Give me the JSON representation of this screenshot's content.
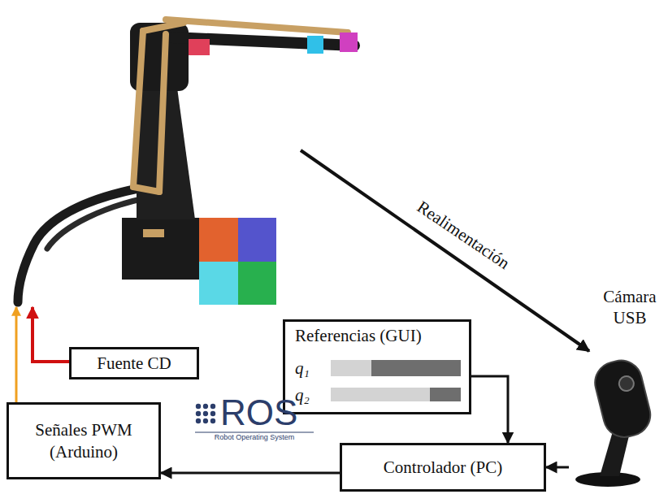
{
  "diagram": {
    "nodes": [
      {
        "text": [
          "Referencias (GUI)",
          "q₁",
          "q₂"
        ]
      },
      {
        "text": [
          "Cámara USB"
        ]
      },
      {
        "text": [
          "Fuente CD"
        ]
      },
      {
        "text": [
          "Señales PWM (Arduino)"
        ]
      },
      {
        "text": [
          "Controlador (PC)"
        ]
      }
    ],
    "edges": [
      {
        "from": 0,
        "to": 4,
        "arrow": "to"
      },
      {
        "from": 1,
        "to": 4,
        "arrow": "to"
      },
      {
        "from": 4,
        "to": 3,
        "arrow": "to"
      }
    ],
    "labels": [
      "Realimentación",
      "ROS",
      "Robot Operating System"
    ]
  }
}
